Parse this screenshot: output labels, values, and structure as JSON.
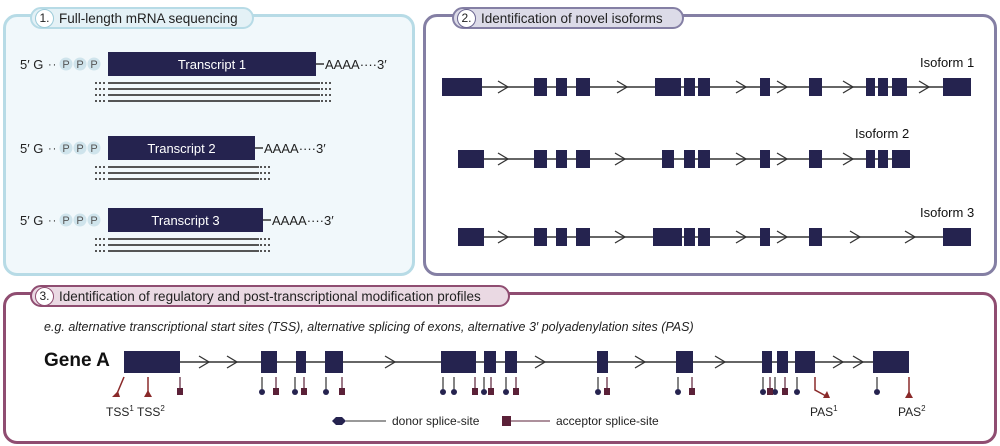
{
  "panels": [
    {
      "number": "1.",
      "title": "Full-length mRNA sequencing"
    },
    {
      "number": "2.",
      "title": "Identification of novel isoforms"
    },
    {
      "number": "3.",
      "title": "Identification of regulatory and post-transcriptional modification profiles"
    }
  ],
  "example_text": "e.g. alternative transcriptional start sites (TSS), alternative splicing of exons, alternative 3′ polyadenylation sites (PAS)",
  "transcripts": [
    {
      "label": "Transcript 1",
      "five_prime": "5′ G",
      "cap": [
        "P",
        "P",
        "P"
      ],
      "polyA": "AAAA",
      "three_prime": "3′"
    },
    {
      "label": "Transcript 2",
      "five_prime": "5′ G",
      "cap": [
        "P",
        "P",
        "P"
      ],
      "polyA": "AAAA",
      "three_prime": "3′"
    },
    {
      "label": "Transcript 3",
      "five_prime": "5′ G",
      "cap": [
        "P",
        "P",
        "P"
      ],
      "polyA": "AAAA",
      "three_prime": "3′"
    }
  ],
  "isoforms": [
    {
      "label": "Isoform 1"
    },
    {
      "label": "Isoform 2"
    },
    {
      "label": "Isoform 3"
    }
  ],
  "gene": {
    "label": "Gene A",
    "tss": [
      {
        "text": "TSS",
        "sup": "1"
      },
      {
        "text": "TSS",
        "sup": "2"
      }
    ],
    "pas": [
      {
        "text": "PAS",
        "sup": "1"
      },
      {
        "text": "PAS",
        "sup": "2"
      }
    ]
  },
  "legend": {
    "donor": "donor splice-site",
    "acceptor": "acceptor splice-site"
  },
  "colors": {
    "exon": "#25234f",
    "line": "#333333",
    "acceptor": "#5b2138",
    "tss_pas": "#8a2a2a",
    "cap": "#cfe4ec"
  }
}
